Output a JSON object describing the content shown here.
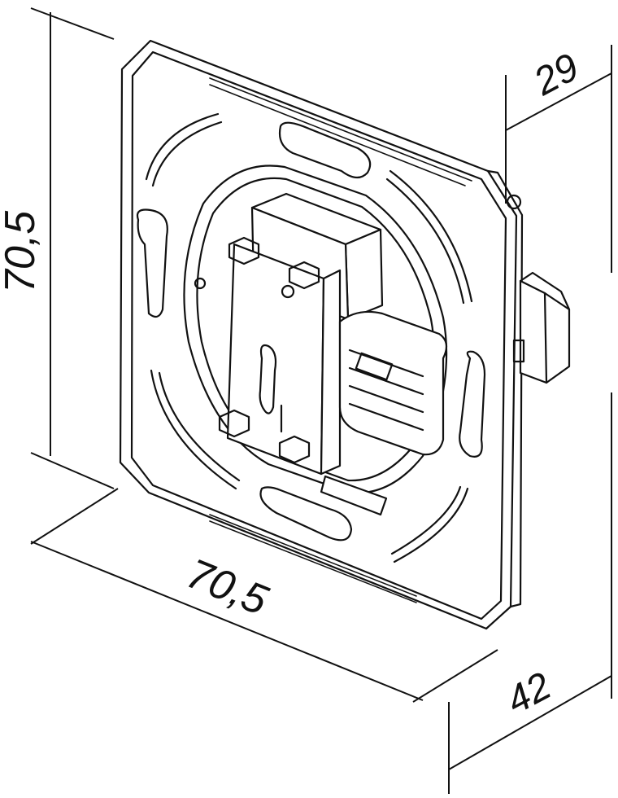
{
  "dimensions": {
    "height_label": "70,5",
    "width_label": "70,5",
    "depth_front_label": "29",
    "depth_total_label": "42"
  },
  "colors": {
    "line": "#111111",
    "background": "#ffffff"
  }
}
